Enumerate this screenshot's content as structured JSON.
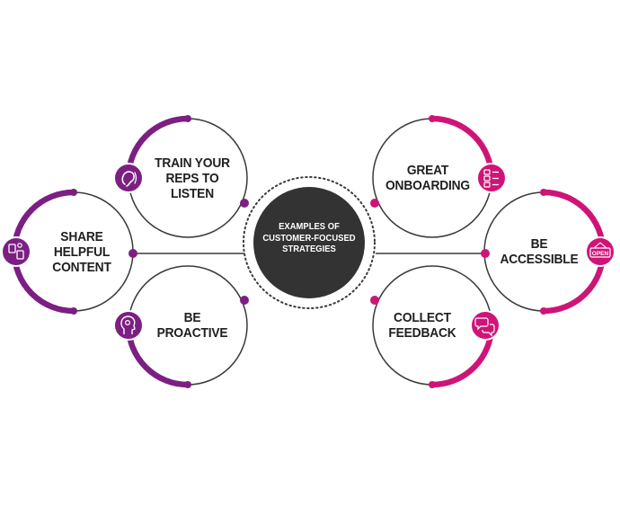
{
  "palette": {
    "purple": "#7c1f82",
    "magenta": "#cf1478",
    "dark": "#333333",
    "outline": "#3a3a3a"
  },
  "center": {
    "lines": [
      "EXAMPLES OF",
      "CUSTOMER-FOCUSED",
      "STRATEGIES"
    ]
  },
  "strategies": [
    {
      "lines": [
        "TRAIN YOUR",
        "REPS TO",
        "LISTEN"
      ],
      "icon": "ear-listening-icon",
      "side": "left",
      "color": "purple"
    },
    {
      "lines": [
        "SHARE",
        "HELPFUL",
        "CONTENT"
      ],
      "icon": "content-sharing-icon",
      "side": "left",
      "color": "purple"
    },
    {
      "lines": [
        "BE",
        "PROACTIVE"
      ],
      "icon": "proactive-head-icon",
      "side": "left",
      "color": "purple"
    },
    {
      "lines": [
        "GREAT",
        "ONBOARDING"
      ],
      "icon": "onboarding-checklist-icon",
      "side": "right",
      "color": "magenta"
    },
    {
      "lines": [
        "BE",
        "ACCESSIBLE"
      ],
      "icon": "open-sign-icon",
      "side": "right",
      "color": "magenta"
    },
    {
      "lines": [
        "COLLECT",
        "FEEDBACK"
      ],
      "icon": "feedback-chat-icon",
      "side": "right",
      "color": "magenta"
    }
  ]
}
